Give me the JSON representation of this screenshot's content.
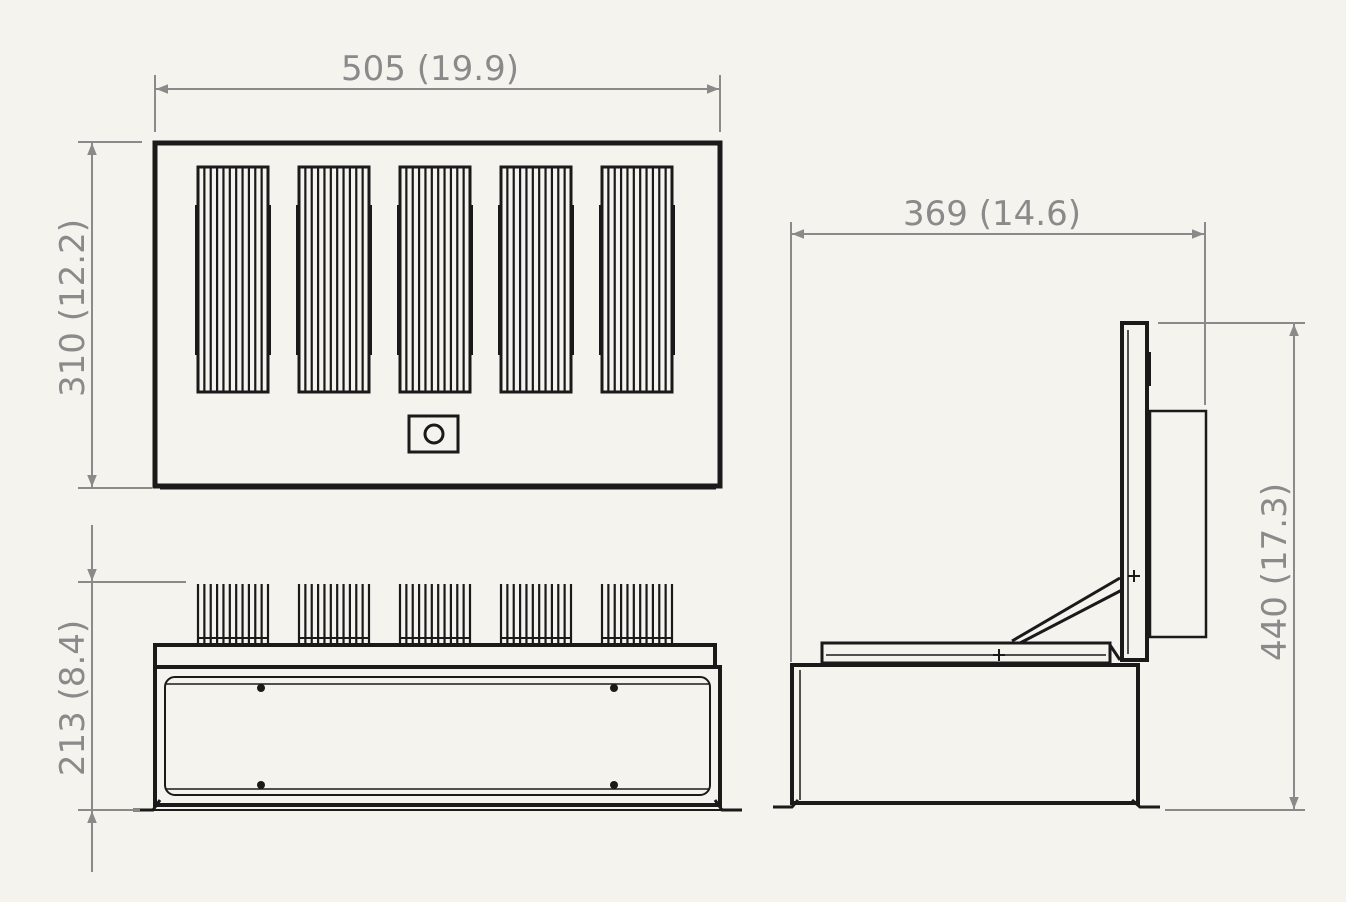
{
  "colors": {
    "background": "#f5f3ee",
    "outline": "#1a1a1a",
    "dimension": "#8a8a8a"
  },
  "dimensions": {
    "top_width": "505 (19.9)",
    "top_height": "310 (12.2)",
    "front_height": "213 (8.4)",
    "side_width": "369 (14.6)",
    "side_height": "440 (17.3)"
  },
  "views": {
    "top": {
      "fin_groups": 5,
      "connector": "round-connector-icon"
    },
    "front": {
      "fin_groups": 5,
      "fasteners": 4
    },
    "side": {
      "lid_state": "open"
    }
  }
}
